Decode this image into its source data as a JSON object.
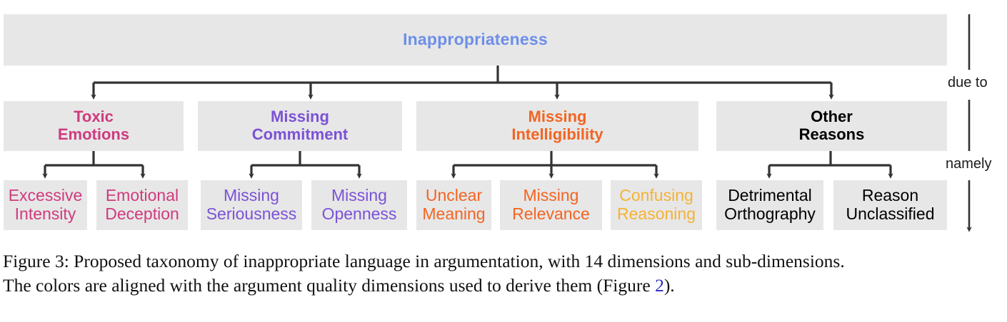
{
  "figure": {
    "root": {
      "label": "Inappropriateness",
      "color": "#6e8fe8"
    },
    "level2": [
      {
        "line1": "Toxic",
        "line2": "Emotions",
        "color": "#cf3b7e"
      },
      {
        "line1": "Missing",
        "line2": "Commitment",
        "color": "#7b52d6"
      },
      {
        "line1": "Missing",
        "line2": "Intelligibility",
        "color": "#f26522"
      },
      {
        "line1": "Other",
        "line2": "Reasons",
        "color": "#000000"
      }
    ],
    "leaves": [
      {
        "line1": "Excessive",
        "line2": "Intensity",
        "color": "#cf3b7e"
      },
      {
        "line1": "Emotional",
        "line2": "Deception",
        "color": "#cf3b7e"
      },
      {
        "line1": "Missing",
        "line2": "Seriousness",
        "color": "#7b52d6"
      },
      {
        "line1": "Missing",
        "line2": "Openness",
        "color": "#7b52d6"
      },
      {
        "line1": "Unclear",
        "line2": "Meaning",
        "color": "#f26522"
      },
      {
        "line1": "Missing",
        "line2": "Relevance",
        "color": "#f26522"
      },
      {
        "line1": "Confusing",
        "line2": "Reasoning",
        "color": "#f5b335"
      },
      {
        "line1": "Detrimental",
        "line2": "Orthography",
        "color": "#000000"
      },
      {
        "line1": "Reason",
        "line2": "Unclassified",
        "color": "#000000"
      }
    ],
    "side_annotations": [
      {
        "label": "due to"
      },
      {
        "label": "namely"
      }
    ],
    "connector_color": "#333333"
  },
  "caption": {
    "line1": "Figure 3: Proposed taxonomy of inappropriate language in argumentation, with 14 dimensions and sub-dimensions.",
    "line2_a": "The colors are aligned with the argument quality dimensions used to derive them (Figure ",
    "line2_link": "2",
    "line2_b": ")."
  }
}
